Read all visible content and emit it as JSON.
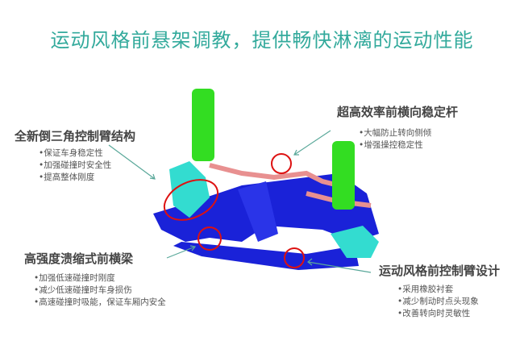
{
  "title": "运动风格前悬架调教，提供畅快淋漓的运动性能",
  "callouts": [
    {
      "heading": "全新倒三角控制臂结构",
      "bullets": [
        "保证车身稳定性",
        "加强碰撞时安全性",
        "提高整体刚度"
      ]
    },
    {
      "heading": "超高效率前横向稳定杆",
      "bullets": [
        "大幅防止转向侧倾",
        "增强操控稳定性"
      ]
    },
    {
      "heading": "高强度溃缩式前横梁",
      "bullets": [
        "加强低速碰撞时刚度",
        "减少低速碰撞时车身损伤",
        "高速碰撞时吸能，保证车厢内安全"
      ]
    },
    {
      "heading": "运动风格前控制臂设计",
      "bullets": [
        "采用橡胶衬套",
        "减少制动时点头现象",
        "改善转向时灵敏性"
      ]
    }
  ],
  "colors": {
    "title": "#33aa9c",
    "subframe": "#1a22d8",
    "spring": "#33dd22",
    "arm": "#33dcd0",
    "highlight": "#dd1111"
  }
}
